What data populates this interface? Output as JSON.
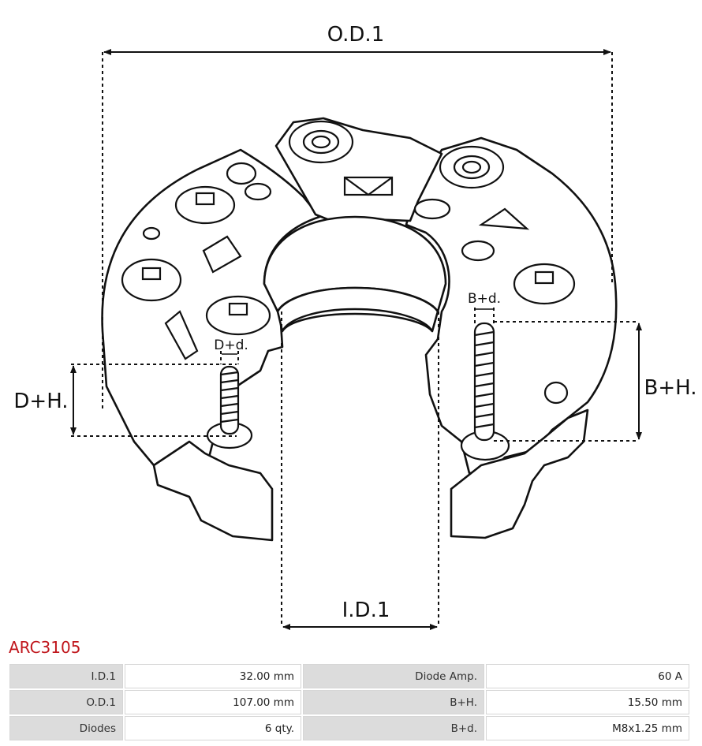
{
  "diagram": {
    "labels": {
      "od1": "O.D.1",
      "id1": "I.D.1",
      "dh": "D+H.",
      "dd": "D+d.",
      "bh": "B+H.",
      "bd": "B+d."
    }
  },
  "product": {
    "code": "ARC3105",
    "accent_color": "#c0161c"
  },
  "specs": {
    "rows": [
      {
        "label1": "I.D.1",
        "value1": "32.00 mm",
        "label2": "Diode Amp.",
        "value2": "60 A"
      },
      {
        "label1": "O.D.1",
        "value1": "107.00 mm",
        "label2": "B+H.",
        "value2": "15.50 mm"
      },
      {
        "label1": "Diodes",
        "value1": "6 qty.",
        "label2": "B+d.",
        "value2": "M8x1.25 mm"
      }
    ]
  }
}
